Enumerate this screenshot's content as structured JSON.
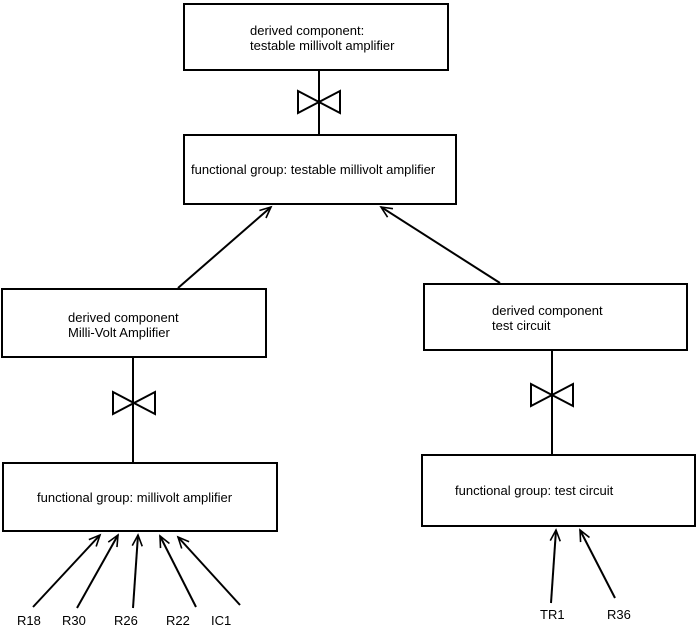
{
  "colors": {
    "background": "#ffffff",
    "line": "#000000",
    "text": "#000000"
  },
  "nodes": {
    "derived_testable": {
      "line1": "derived component:",
      "line2": "testable millivolt amplifier"
    },
    "functional_testable": {
      "label": "functional group: testable millivolt amplifier"
    },
    "derived_mva": {
      "line1": "derived component",
      "line2": "Milli-Volt Amplifier"
    },
    "functional_mva": {
      "label": "functional group: millivolt amplifier"
    },
    "derived_test": {
      "line1": "derived component",
      "line2": "test circuit"
    },
    "functional_test": {
      "label": "functional group: test circuit"
    }
  },
  "leaf_components": {
    "left": [
      "R18",
      "R30",
      "R26",
      "R22",
      "IC1"
    ],
    "right": [
      "TR1",
      "R36"
    ]
  }
}
